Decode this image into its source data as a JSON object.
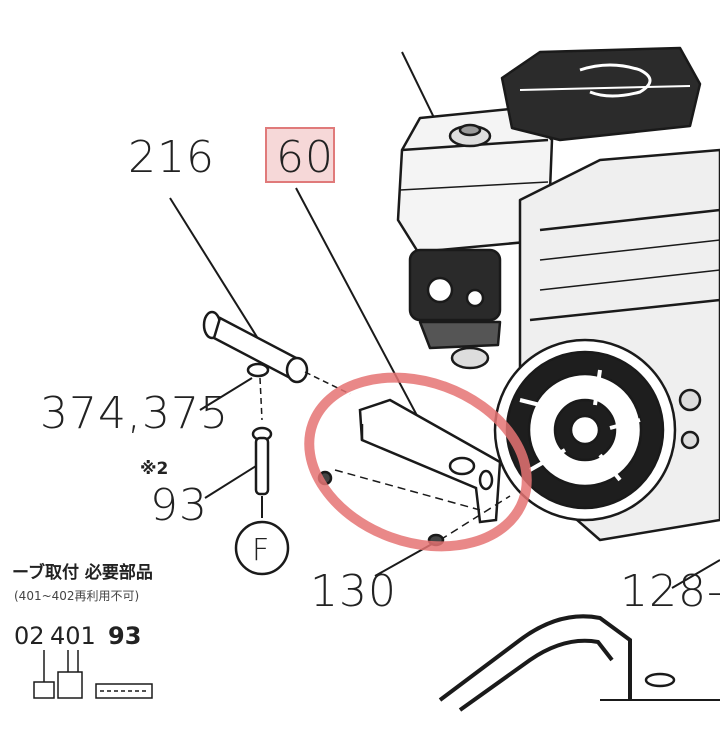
{
  "callouts": {
    "c216": "216",
    "c60": "60",
    "c374": "374,375",
    "note_mark": "※2",
    "c93": "93",
    "circle_f": "F",
    "c130": "130",
    "c128": "128-"
  },
  "table": {
    "title": "ーブ取付 必要部品",
    "subtitle": "(401~402再利用不可)",
    "cols": [
      "02",
      "401",
      "93"
    ]
  },
  "colors": {
    "highlight_box": "#e07a7a",
    "highlight_fill": "#f6d8d8",
    "highlight_ring": "#e57373",
    "line": "#1a1a1a"
  }
}
